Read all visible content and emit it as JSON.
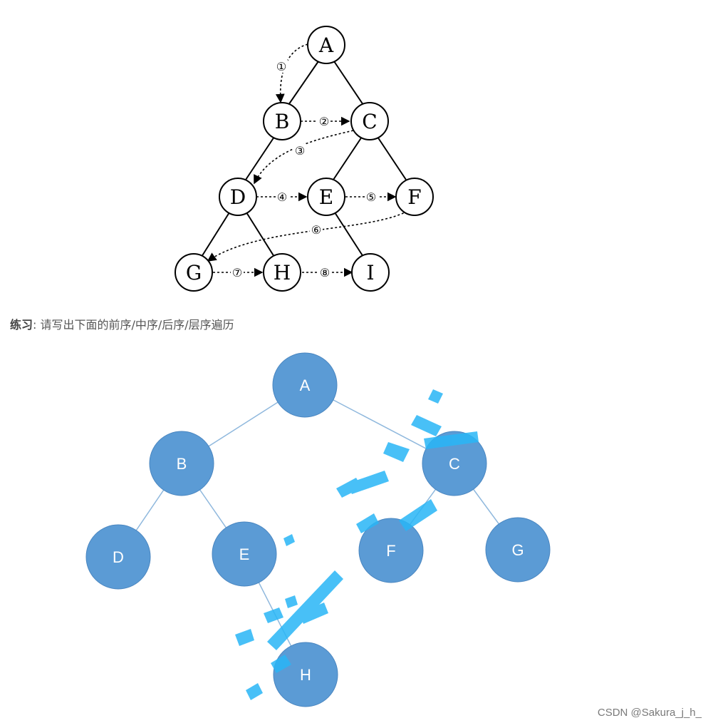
{
  "top_diagram": {
    "nodes": [
      "A",
      "B",
      "C",
      "D",
      "E",
      "F",
      "G",
      "H",
      "I"
    ],
    "step_labels": [
      "①",
      "②",
      "③",
      "④",
      "⑤",
      "⑥",
      "⑦",
      "⑧"
    ]
  },
  "practice": {
    "label": "练习",
    "colon": ":",
    "text": "请写出下面的前序/中序/后序/层序遍历"
  },
  "bottom_diagram": {
    "nodes": [
      "A",
      "B",
      "C",
      "D",
      "E",
      "F",
      "G",
      "H"
    ],
    "node_color": "#5b9bd5",
    "edge_color": "#8fb8dd",
    "watermark_color": "#29b6f6"
  },
  "watermark": "CSDN @Sakura_j_h_"
}
